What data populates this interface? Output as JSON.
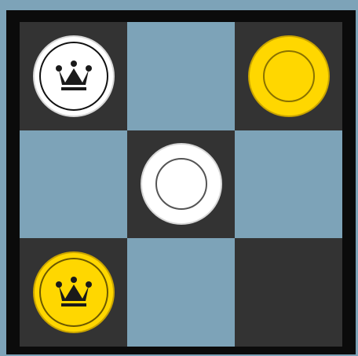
{
  "board": {
    "rows": 3,
    "cols": 3,
    "colors": {
      "dark": "#333333",
      "light": "#7da3b8",
      "frame": "#0b0b0b"
    },
    "pieces": [
      {
        "row": 0,
        "col": 0,
        "color": "white",
        "king": true,
        "icon": "crown-icon"
      },
      {
        "row": 0,
        "col": 2,
        "color": "yellow",
        "king": false
      },
      {
        "row": 1,
        "col": 1,
        "color": "white",
        "king": false
      },
      {
        "row": 2,
        "col": 0,
        "color": "yellow",
        "king": true,
        "icon": "crown-icon"
      }
    ]
  }
}
